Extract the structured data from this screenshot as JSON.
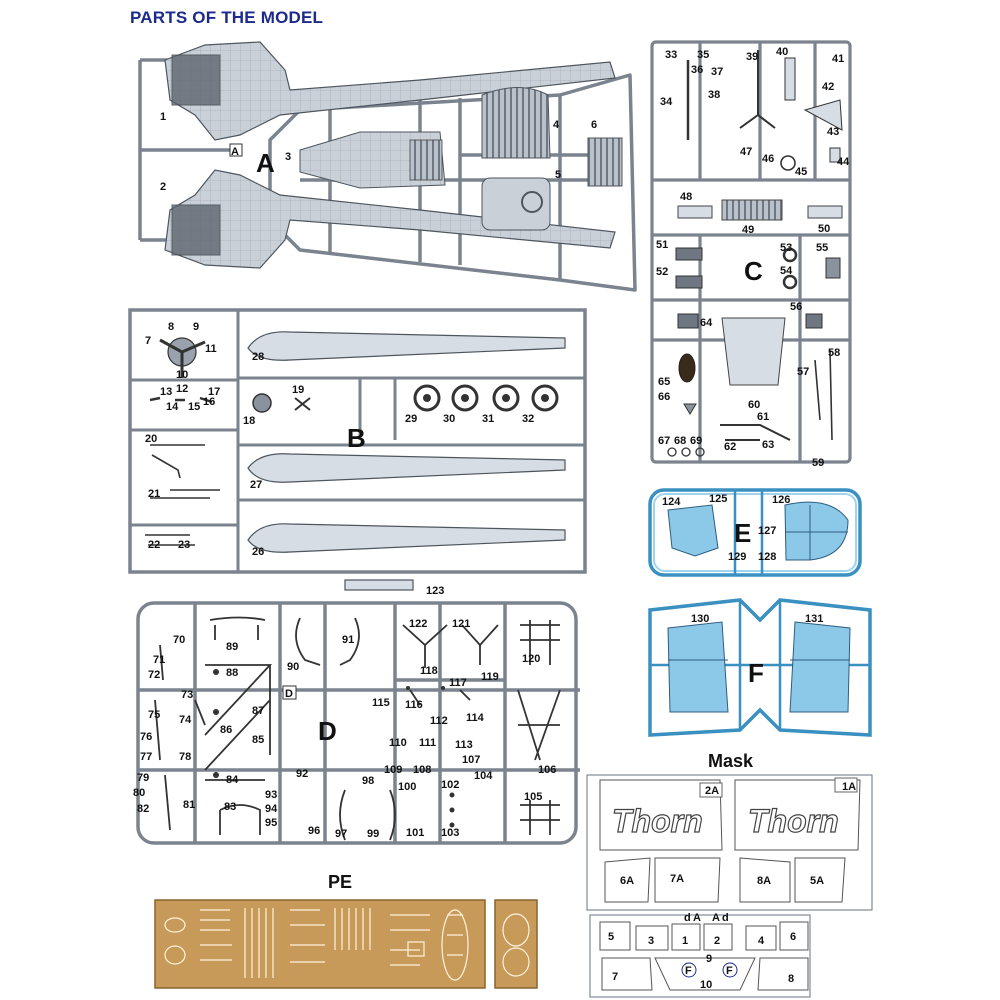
{
  "title": "PARTS OF THE MODEL",
  "sprues": {
    "A": {
      "letter": "A",
      "small_letter": "A",
      "parts": [
        "1",
        "2",
        "3",
        "4",
        "5",
        "6"
      ]
    },
    "B": {
      "letter": "B",
      "parts": [
        "7",
        "8",
        "9",
        "10",
        "11",
        "12",
        "13",
        "14",
        "15",
        "16",
        "17",
        "18",
        "19",
        "20",
        "21",
        "22",
        "23",
        "26",
        "27",
        "28",
        "29",
        "30",
        "31",
        "32"
      ]
    },
    "C": {
      "letter": "C",
      "parts": [
        "33",
        "34",
        "35",
        "36",
        "37",
        "38",
        "39",
        "40",
        "41",
        "42",
        "43",
        "44",
        "45",
        "46",
        "47",
        "48",
        "49",
        "50",
        "51",
        "52",
        "53",
        "54",
        "55",
        "56",
        "57",
        "58",
        "59",
        "60",
        "61",
        "62",
        "63",
        "64",
        "65",
        "66",
        "67",
        "68",
        "69"
      ]
    },
    "D": {
      "letter": "D",
      "small_letter": "D",
      "parts": [
        "70",
        "71",
        "72",
        "73",
        "74",
        "75",
        "76",
        "77",
        "78",
        "79",
        "80",
        "81",
        "82",
        "83",
        "84",
        "85",
        "86",
        "87",
        "88",
        "89",
        "90",
        "91",
        "92",
        "93",
        "94",
        "95",
        "96",
        "97",
        "98",
        "99",
        "100",
        "101",
        "102",
        "103",
        "104",
        "105",
        "106",
        "107",
        "108",
        "109",
        "110",
        "111",
        "112",
        "113",
        "114",
        "115",
        "116",
        "117",
        "118",
        "119",
        "120",
        "121",
        "122",
        "123"
      ]
    },
    "E": {
      "letter": "E",
      "parts": [
        "124",
        "125",
        "126",
        "127",
        "128",
        "129"
      ]
    },
    "F": {
      "letter": "F",
      "parts": [
        "130",
        "131"
      ]
    }
  },
  "labels": {
    "pe": "PE",
    "mask": "Mask"
  },
  "mask": {
    "logo_text": "Thorn",
    "parts": [
      "1A",
      "2A",
      "5A",
      "6A",
      "7A",
      "8A",
      "1",
      "2",
      "3",
      "4",
      "5",
      "6",
      "7",
      "8",
      "9",
      "10",
      "d",
      "A",
      "F"
    ]
  },
  "colors": {
    "sprue": "#d2d8e0",
    "sprue_edge": "#7a838e",
    "clear_sprue": "#9fd3ee",
    "clear_edge": "#3a90c0",
    "clear_fill": "#8cc8e8",
    "title": "#1b2a8c",
    "pe_brass": "#c89a5a",
    "line": "#333333"
  }
}
